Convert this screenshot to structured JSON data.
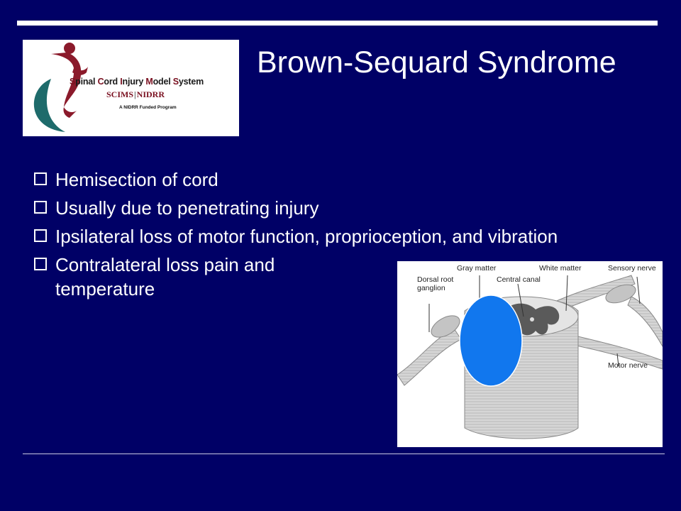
{
  "slide": {
    "title": "Brown-Sequard Syndrome",
    "bullets": [
      {
        "text": "Hemisection of cord"
      },
      {
        "text": "Usually due to penetrating injury"
      },
      {
        "text": "Ipsilateral loss of motor function, proprioception, and vibration"
      },
      {
        "text": "Contralateral loss pain and temperature"
      }
    ]
  },
  "logo": {
    "title_caps": [
      "S",
      "C",
      "I",
      "M",
      "S"
    ],
    "title_rest": [
      "pinal ",
      "ord ",
      "njury ",
      "odel ",
      "ystem"
    ],
    "abbr_left": "SCIMS",
    "abbr_sep": "|",
    "abbr_right": "NIDRR",
    "subtitle": "A NIDRR Funded Program",
    "colors": {
      "red": "#8b1a2b",
      "teal": "#1e6b6b"
    }
  },
  "diagram": {
    "labels": {
      "dorsal_root_ganglion": "Dorsal root ganglion",
      "gray_matter": "Gray matter",
      "central_canal": "Central canal",
      "white_matter": "White matter",
      "sensory_nerve": "Sensory nerve",
      "motor_nerve": "Motor nerve"
    },
    "lesion_color": "#1177ee"
  },
  "colors": {
    "background": "#000066",
    "text": "#ffffff"
  }
}
